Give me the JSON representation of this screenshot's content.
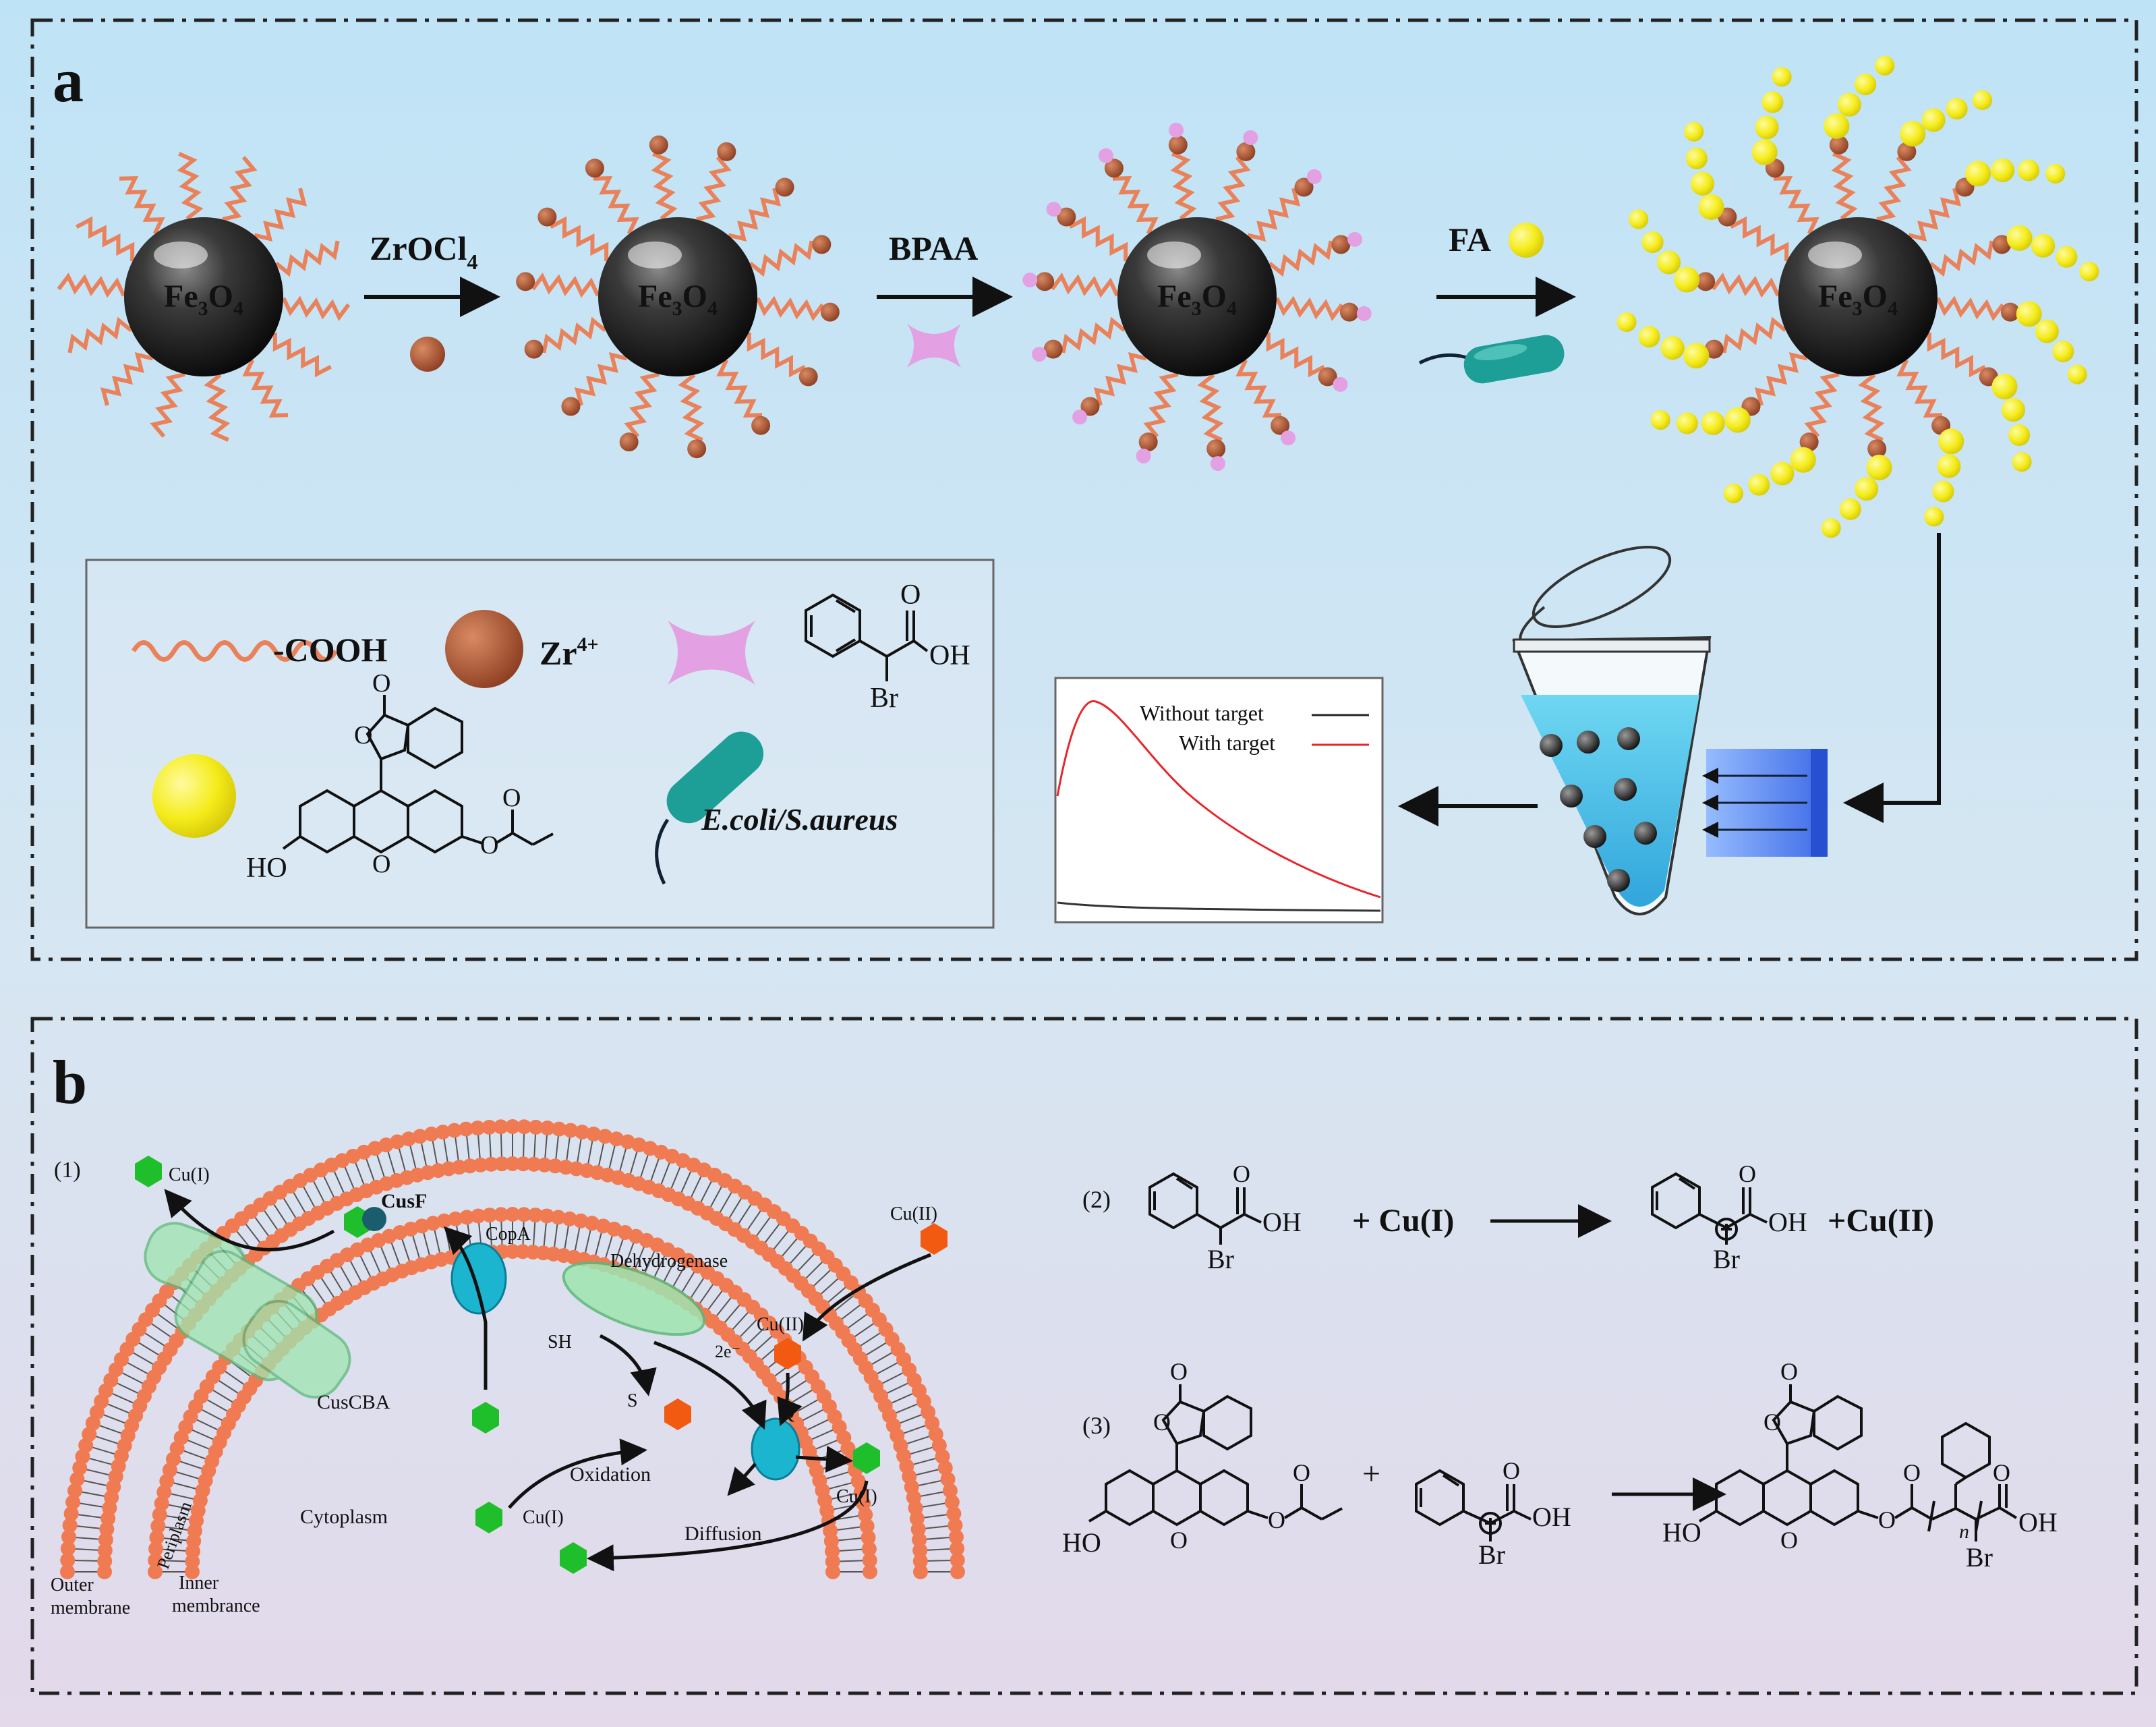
{
  "panel_a": {
    "label": "a",
    "core_label": "Fe3O4",
    "reagents": [
      "ZrOCl4",
      "BPAA",
      "FA"
    ],
    "legend": {
      "cooh": "-COOH",
      "zr": "Zr4+",
      "ecoli": "E.coli/S.aureus",
      "bpaa_struct": {
        "o": "O",
        "oh": "OH",
        "br": "Br"
      },
      "fa_struct": {
        "o1": "O",
        "o2": "O",
        "ho": "HO",
        "o3": "O",
        "o4": "O",
        "o5": "O"
      }
    },
    "spectrum": {
      "without_target": "Without target",
      "with_target": "With target",
      "colors": {
        "without": "#222222",
        "with": "#e8262b"
      }
    }
  },
  "panel_b": {
    "label": "b",
    "cell": {
      "title": "(1)",
      "labels": {
        "cu1_top": "Cu(I)",
        "cusf": "CusF",
        "copa": "CopA",
        "dehydrogenase": "Dehydrogenase",
        "cu2_out": "Cu(II)",
        "cu2_in": "Cu(II)",
        "sh": "SH",
        "s": "S",
        "e2": "2e⁻",
        "q": "Q",
        "cuscba": "CusCBA",
        "oxidation": "Oxidation",
        "diffusion": "Diffusion",
        "cu1_left": "Cu(I)",
        "cu1_right": "Cu(I)",
        "periplasm": "Periplasm",
        "cytoplasm": "Cytoplasm",
        "outer_membrane": "Outer membrane",
        "inner_membrance": "Inner membrance"
      }
    },
    "eq2": {
      "num": "(2)",
      "oh1": "OH",
      "br1": "Br",
      "plus_cu1": "+ Cu(I)",
      "oh2": "OH",
      "br2": "Br",
      "plus_cu2": "+Cu(II)",
      "o1": "O",
      "o2": "O"
    },
    "eq3": {
      "num": "(3)",
      "ho1": "HO",
      "o_ring": "O",
      "o_a": "O",
      "o_b": "O",
      "o_c": "O",
      "o_d": "O",
      "plus": "+",
      "oh_mid": "OH",
      "br_mid": "Br",
      "o_mid": "O",
      "ho2": "HO",
      "o2_ring": "O",
      "o2_a": "O",
      "o2_b": "O",
      "o2_c": "O",
      "o2_d": "O",
      "o2_e": "O",
      "oh2": "OH",
      "br2": "Br",
      "n": "n"
    }
  },
  "colors": {
    "bg_top": "#bfe3f6",
    "bg_bottom": "#ddd7ea",
    "zr": "#b05a36",
    "fa": "#f3ea16",
    "bpaa": "#e3a0e3",
    "chain": "#e9825a",
    "cu1": "#1fbf2c",
    "cu2": "#f25a12",
    "membrane": "#f07a52",
    "red": "#e8262b"
  }
}
